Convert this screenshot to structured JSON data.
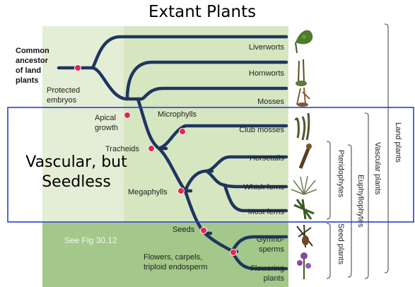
{
  "title": "Extant Plants",
  "root_label": [
    "Common",
    "ancestor",
    "of land",
    "plants"
  ],
  "traits": {
    "protected_embryos": [
      "Protected",
      "embryos"
    ],
    "apical_growth": [
      "Apical",
      "growth"
    ],
    "tracheids": "Tracheids",
    "microphylls": "Microphylls",
    "megaphylls": "Megaphylls",
    "seeds": "Seeds",
    "flowers": [
      "Flowers, carpels,",
      "triploid endosperm"
    ]
  },
  "taxa": {
    "liverworts": "Liverworts",
    "hornworts": "Hornworts",
    "mosses": "Mosses",
    "club_mosses": "Club mosses",
    "horsetails": "Horsetails",
    "whisk_ferns": "Whisk ferns",
    "most_ferns": "Most ferns",
    "gymnosperms": [
      "Gymno-",
      "sperms"
    ],
    "flowering_plants": [
      "Flowering",
      "plants"
    ]
  },
  "groups": {
    "land_plants": "Land plants",
    "vascular_plants": "Vascular plants",
    "euphyllophytes": "Euphyllophytes",
    "pteridophytes": "Pteridophytes",
    "seed_plants": "Seed plants"
  },
  "see_fig": "See Fig 30.12",
  "callout": [
    "Vascular, but",
    "Seedless"
  ],
  "colors": {
    "branch": "#1f3560",
    "node": "#e8254e",
    "panel_light": "#e4eed6",
    "panel_mid": "#cfe0b7",
    "panel_dark": "#a3c88a",
    "highlight_box": "#2a3fd1"
  }
}
